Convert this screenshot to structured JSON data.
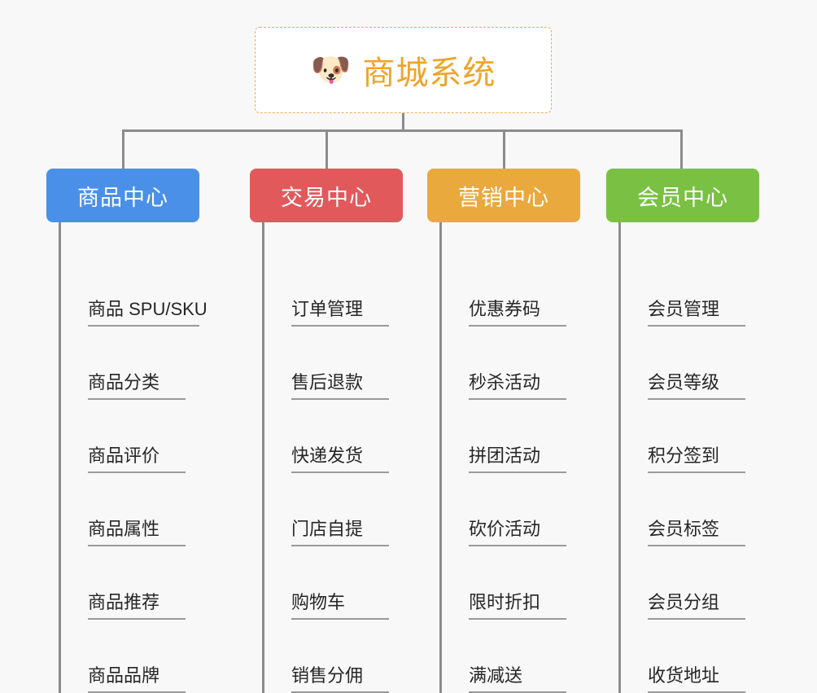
{
  "root": {
    "icon": "dog-face-icon",
    "icon_glyph": "🐶",
    "title": "商城系统",
    "title_color": "#eda42a",
    "border_color": "#eeab4a",
    "background": "#ffffff"
  },
  "page": {
    "background": "#f8f8f8",
    "connector_color": "#8c8c8c"
  },
  "columns": [
    {
      "header": "商品中心",
      "color": "#4a90e8",
      "items": [
        "商品 SPU/SKU",
        "商品分类",
        "商品评价",
        "商品属性",
        "商品推荐",
        "商品品牌"
      ]
    },
    {
      "header": "交易中心",
      "color": "#e2595c",
      "items": [
        "订单管理",
        "售后退款",
        "快递发货",
        "门店自提",
        "购物车",
        "销售分佣"
      ]
    },
    {
      "header": "营销中心",
      "color": "#eaa93c",
      "items": [
        "优惠券码",
        "秒杀活动",
        "拼团活动",
        "砍价活动",
        "限时折扣",
        "满减送"
      ]
    },
    {
      "header": "会员中心",
      "color": "#7ac143",
      "items": [
        "会员管理",
        "会员等级",
        "积分签到",
        "会员标签",
        "会员分组",
        "收货地址"
      ]
    }
  ]
}
